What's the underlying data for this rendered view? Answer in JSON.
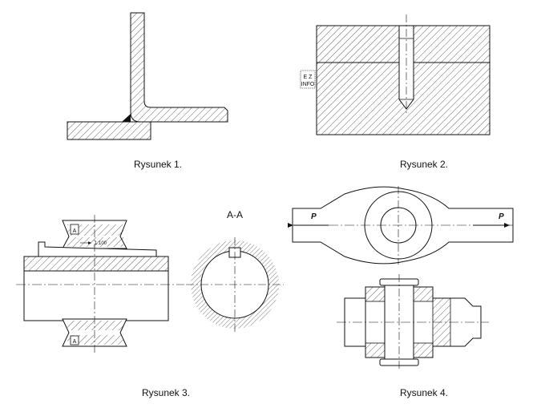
{
  "captions": {
    "fig1": "Rysunek 1.",
    "fig2": "Rysunek 2.",
    "fig3": "Rysunek 3.",
    "fig4": "Rysunek 4."
  },
  "fig2": {
    "stamp_line1": "E Z",
    "stamp_line2": "INFO"
  },
  "fig3": {
    "section_label": "A-A",
    "cut_mark_upper": "A",
    "cut_mark_lower": "A",
    "taper_note": "1:100"
  },
  "fig4": {
    "force_left": "P",
    "force_right": "P"
  },
  "colors": {
    "line": "#111111",
    "hatch": "#222222",
    "background": "#ffffff"
  }
}
